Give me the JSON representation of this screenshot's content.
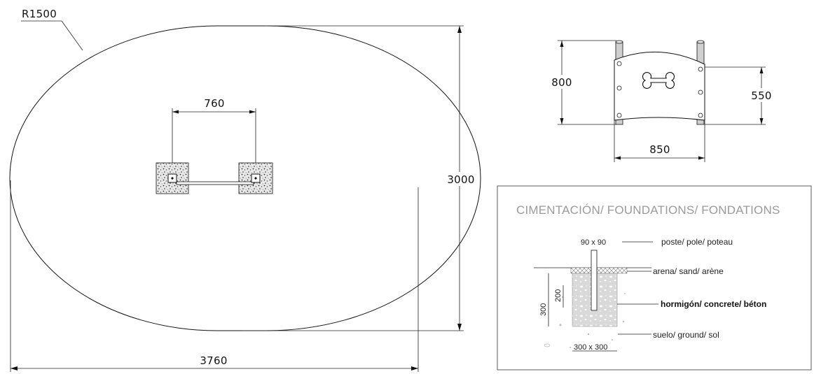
{
  "plan": {
    "radius_label": "R1500",
    "width_label": "3760",
    "depth_label": "3000",
    "post_spacing_label": "760"
  },
  "elevation": {
    "height_label": "800",
    "panel_height_label": "550",
    "width_label": "850"
  },
  "foundations": {
    "title": "CIMENTACIÓN/ FOUNDATIONS/ FONDATIONS",
    "post_size": "90 x 90",
    "post_label": "poste/ pole/ poteau",
    "sand_label": "arena/ sand/ arène",
    "concrete_label": "hormigón/ concrete/ béton",
    "ground_label": "suelo/ ground/ sol",
    "depth_total": "300",
    "depth_concrete": "200",
    "base_size": "300 x 300"
  }
}
